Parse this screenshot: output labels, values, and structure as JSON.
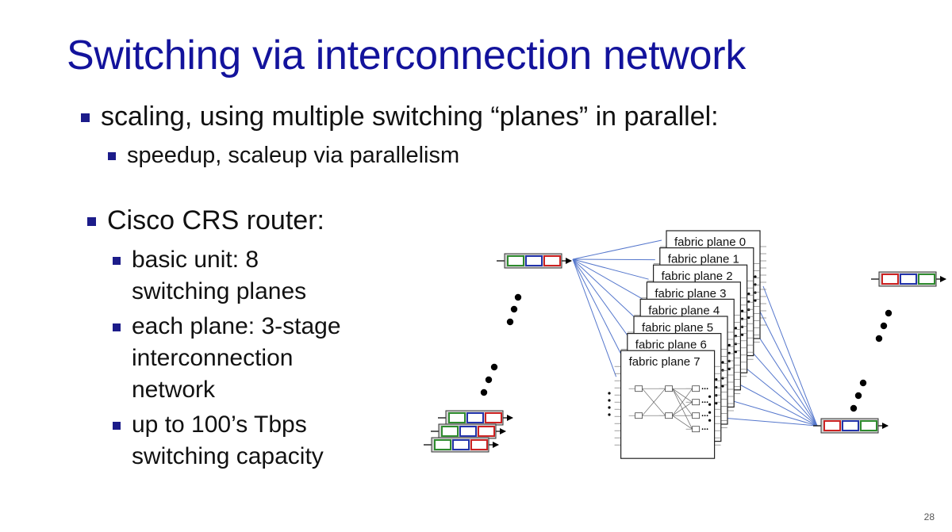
{
  "slide": {
    "title": "Switching via interconnection network",
    "page_number": "28"
  },
  "bullets": {
    "b1": "scaling, using multiple switching “planes” in parallel:",
    "b1_1": "speedup, scaleup via parallelism",
    "b2": "Cisco CRS router:",
    "b2_1": [
      "basic unit: 8",
      "switching planes"
    ],
    "b2_2": [
      "each plane: 3-stage",
      "interconnection",
      "network"
    ],
    "b2_3": [
      "up to 100’s Tbps",
      "switching capacity"
    ]
  },
  "diagram": {
    "planes": [
      "fabric plane 0",
      "fabric plane 1",
      "fabric plane 2",
      "fabric plane 3",
      "fabric plane 4",
      "fabric plane 5",
      "fabric plane 6",
      "fabric plane 7"
    ],
    "colors": {
      "queue_green": "#2e8b2e",
      "queue_blue": "#2233aa",
      "queue_red": "#cc2222",
      "link": "#5577cc",
      "title": "#13139c",
      "bullet": "#1c1c8a"
    }
  }
}
